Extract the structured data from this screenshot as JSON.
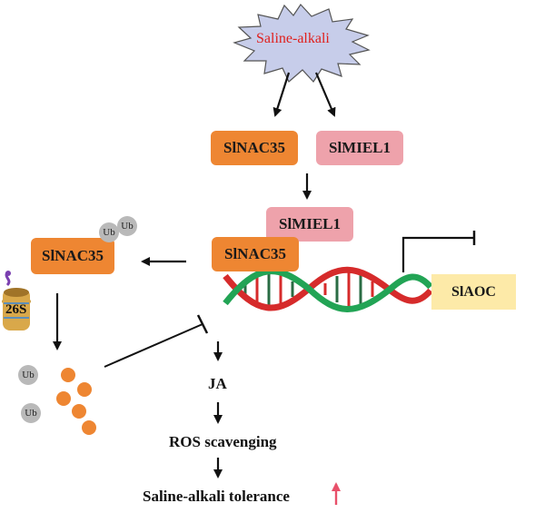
{
  "stress": {
    "label": "Saline-alkali",
    "label_color": "#e0201d"
  },
  "nodes": {
    "slnac35_top": "SlNAC35",
    "slmiel1_top": "SlMIEL1",
    "slmiel1_complex": "SlMIEL1",
    "slnac35_complex": "SlNAC35",
    "slnac35_degraded": "SlNAC35",
    "slaoc": "SlAOC"
  },
  "proteasome": {
    "label": "26S"
  },
  "ubiquitin": {
    "label": "Ub"
  },
  "pathway": {
    "step1": "JA",
    "step2": "ROS scavenging",
    "step3": "Saline-alkali tolerance"
  },
  "colors": {
    "orange": "#ee8632",
    "pink": "#eea2ab",
    "yellow": "#fdeaa8",
    "dna_green": "#22a455",
    "dna_red": "#d62b2b",
    "up_arrow": "#e8506a"
  },
  "icons": {
    "stress": "burst-shape",
    "increase": "up-arrow-icon"
  }
}
